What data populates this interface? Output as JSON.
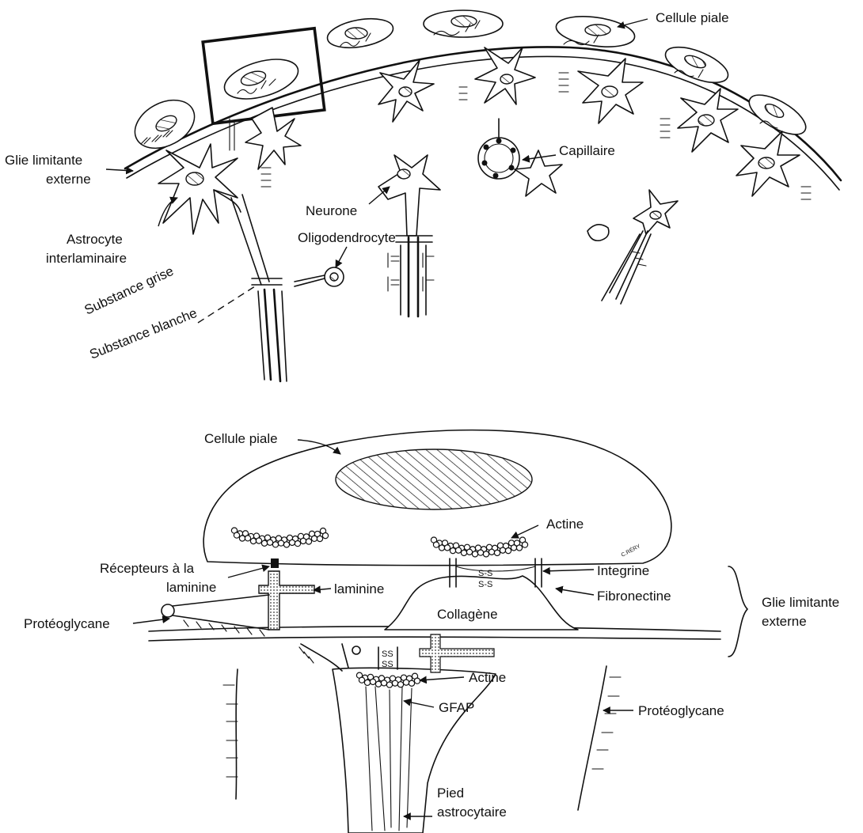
{
  "top_panel": {
    "labels": {
      "pial_cell": "Cellule piale",
      "external_glia_line1": "Glie limitante",
      "external_glia_line2": "externe",
      "capillary": "Capillaire",
      "neuron": "Neurone",
      "oligodendrocyte": "Oligodendrocyte",
      "astrocyte_line1": "Astrocyte",
      "astrocyte_line2": "interlaminaire",
      "grey_matter": "Substance grise",
      "white_matter": "Substance blanche"
    }
  },
  "bottom_panel": {
    "labels": {
      "pial_cell": "Cellule piale",
      "actin_top": "Actine",
      "laminin_receptors_line1": "Récepteurs à la",
      "laminin_receptors_line2": "laminine",
      "laminin": "laminine",
      "integrin": "Integrine",
      "fibronectin": "Fibronectine",
      "external_glia_line1": "Glie limitante",
      "external_glia_line2": "externe",
      "proteoglycan_left": "Protéoglycane",
      "collagen": "Collagène",
      "actin_bottom": "Actine",
      "gfap": "GFAP",
      "proteoglycan_right": "Protéoglycane",
      "astrocytic_foot_line1": "Pied",
      "astrocytic_foot_line2": "astrocytaire",
      "disulfide_upper": "S-S",
      "disulfide_lower": "S-S",
      "ss_upper": "SS",
      "ss_lower": "SS",
      "signature": "C.RÉRY"
    }
  }
}
